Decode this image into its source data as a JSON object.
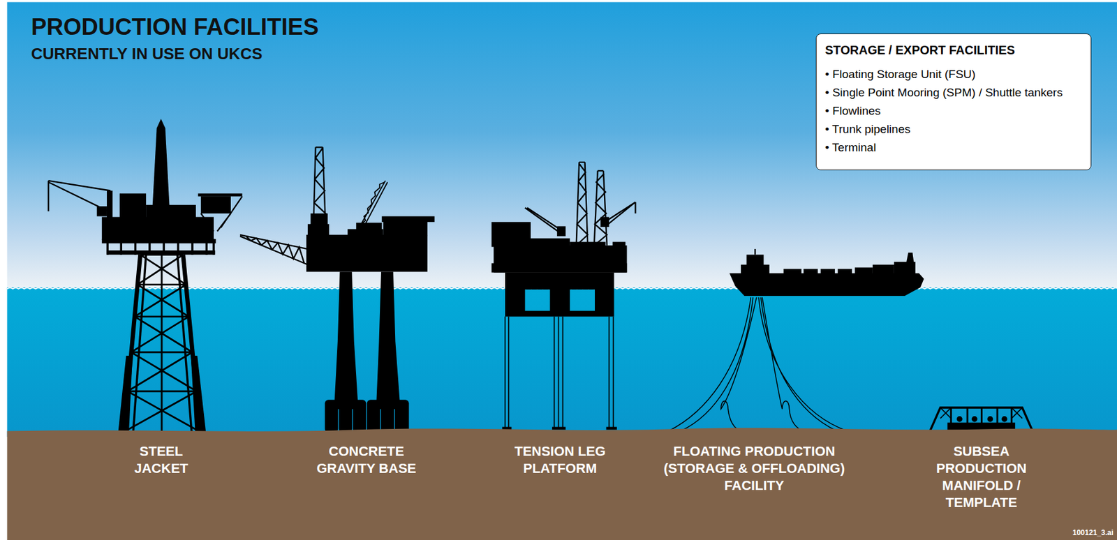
{
  "diagram": {
    "title": "PRODUCTION FACILITIES",
    "nodes": [
      {
        "text": [
          "STORAGE / EXPORT FACILITIES",
          "• Floating Storage Unit (FSU)",
          "• Single Point Mooring (SPM) / Shuttle tankers",
          "• Flowlines",
          "• Trunk pipelines",
          "• Terminal"
        ]
      }
    ],
    "labels": [
      "CURRENTLY IN USE ON UKCS",
      "STEEL JACKET",
      "CONCRETE GRAVITY BASE",
      "TENSION LEG PLATFORM",
      "FLOATING PRODUCTION (STORAGE & OFFLOADING) FACILITY",
      "SUBSEA PRODUCTION MANIFOLD / TEMPLATE",
      "100121_3.ai"
    ]
  }
}
